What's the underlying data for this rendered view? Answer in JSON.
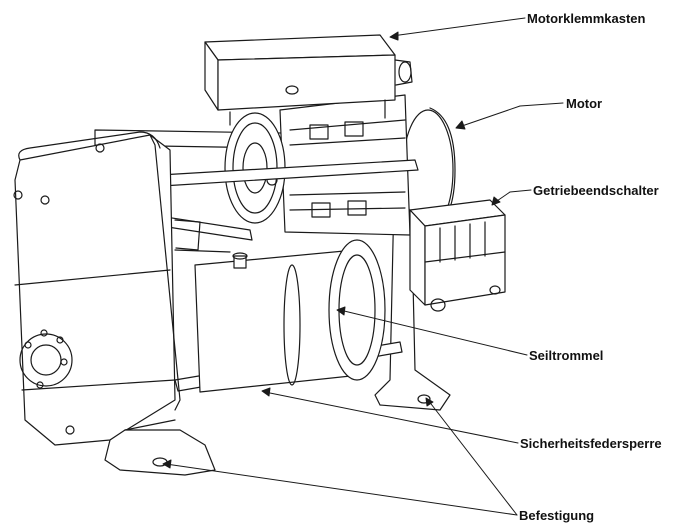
{
  "labels": {
    "motorklemmkasten": "Motorklemmkasten",
    "motor": "Motor",
    "getriebeendschalter": "Getriebeendschalter",
    "seiltrommel": "Seiltrommel",
    "sicherheitsfedersperre": "Sicherheitsfedersperre",
    "befestigung": "Befestigung"
  },
  "colors": {
    "line": "#1a1a1a",
    "background": "#ffffff"
  }
}
